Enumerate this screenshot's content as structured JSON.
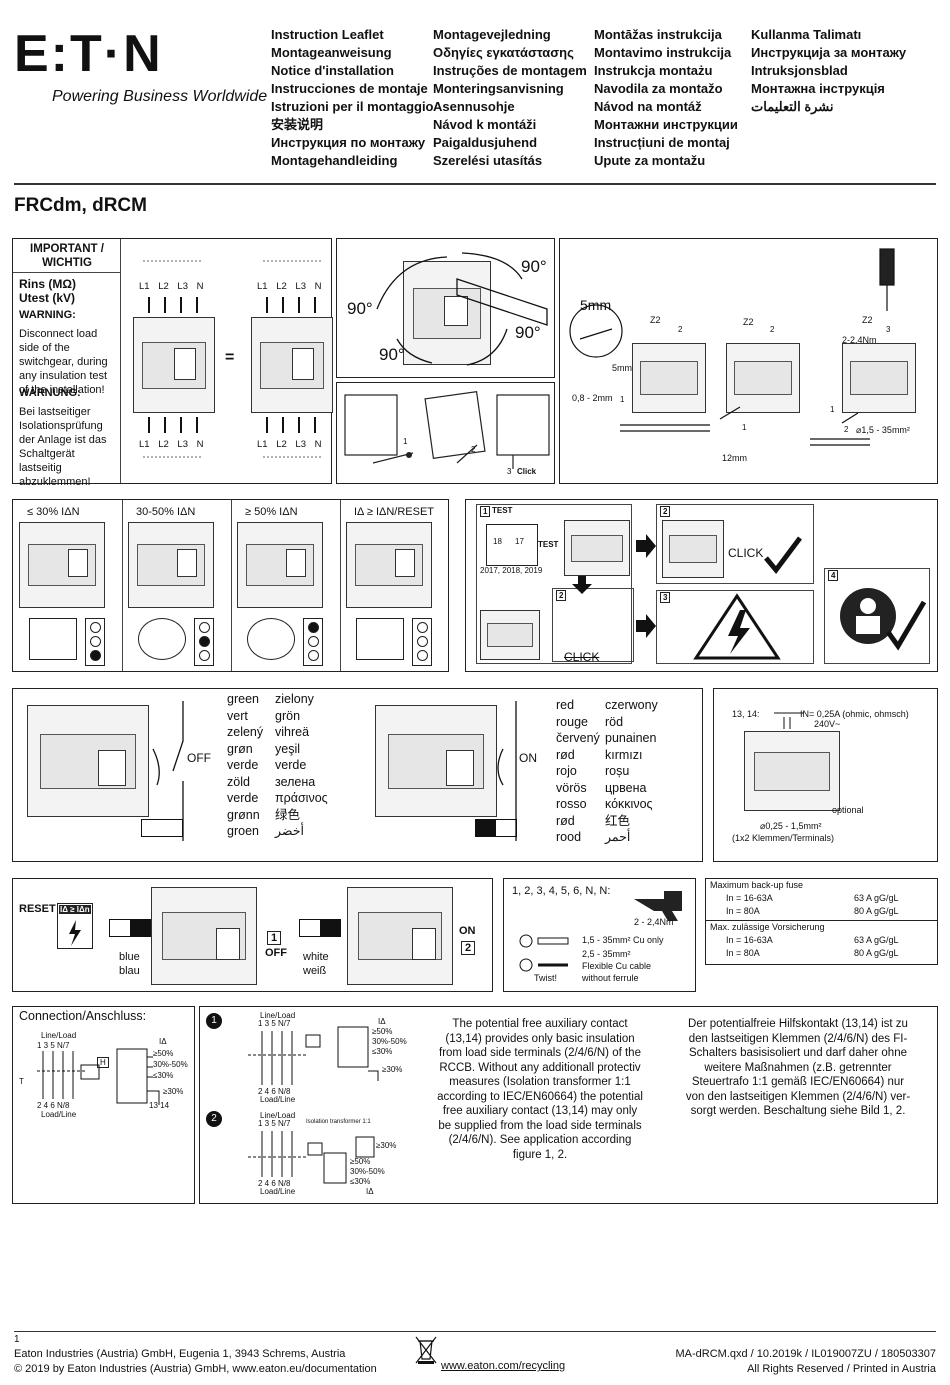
{
  "header": {
    "brand": "E:T·N",
    "tagline": "Powering Business Worldwide",
    "title_columns": [
      [
        "Instruction Leaflet",
        "Montageanweisung",
        "Notice d'installation",
        "Instrucciones de montaje",
        "Istruzioni per il montaggio",
        "安装说明",
        "Инструкция по монтажу",
        "Montagehandleiding"
      ],
      [
        "Montagevejledning",
        "Οδηγίες εγκατάστασης",
        "Instruções de montagem",
        "Monteringsanvisning",
        "Asennusohje",
        "Návod k montáži",
        "Paigaldusjuhend",
        "Szerelési utasítás"
      ],
      [
        "Montāžas instrukcija",
        "Montavimo instrukcija",
        "Instrukcja montażu",
        "Navodila za montažo",
        "Návod na montáž",
        "Монтажни инструкции",
        "Instrucțiuni de montaj",
        "Upute za montažu"
      ],
      [
        "Kullanma Talimatı",
        "Инструкција за монтажу",
        "Intruksjonsblad",
        "Монтажна інструкція",
        "نشرة التعليمات"
      ]
    ]
  },
  "product_title": "FRCdm, dRCM",
  "important": {
    "heading": "IMPORTANT / WICHTIG",
    "rins": "Rins (MΩ)",
    "utest": "Utest (kV)",
    "warning_en_label": "WARNING:",
    "warning_en": "Disconnect load side of the switchgear, during any insulation test of the installation!",
    "warning_de_label": "WARNUNG:",
    "warning_de": "Bei lastseitiger Isolationsprüfung der Anlage ist das Schaltgerät lastseitig abzuklemmen!",
    "terminals_top": [
      "L1",
      "L2",
      "L3",
      "N"
    ],
    "terminals_bottom": [
      "L1",
      "L2",
      "L3",
      "N"
    ],
    "equals": "="
  },
  "mounting": {
    "angles": [
      "90°",
      "90°",
      "90°",
      "90°"
    ],
    "steps": [
      "1",
      "2",
      "3"
    ],
    "click": "Click"
  },
  "wiring": {
    "dim_5mm": "5mm",
    "dim_5mm_small": "5mm",
    "dim_08_2": "0,8 - 2mm",
    "dim_12mm": "12mm",
    "z2": [
      "Z2",
      "Z2",
      "Z2"
    ],
    "torque": "2-2,4Nm",
    "cross_section": "⌀1,5 - 35mm²",
    "steps": [
      "1",
      "2",
      "1",
      "2",
      "3",
      "1",
      "2"
    ]
  },
  "indicators": {
    "labels": [
      "≤ 30% IΔN",
      "30-50% IΔN",
      "≥ 50% IΔN",
      "IΔ ≥ IΔN/RESET"
    ]
  },
  "test": {
    "steps": [
      "1",
      "2",
      "2",
      "3",
      "4"
    ],
    "test_label": "TEST",
    "years": "2017, 2018, 2019",
    "cal_a": "18",
    "cal_b": "17",
    "click": "CLICK"
  },
  "status": {
    "off": "OFF",
    "on": "ON",
    "green_col1": [
      "green",
      "vert",
      "zelený",
      "grøn",
      "verde",
      "zöld",
      "verde",
      "grønn",
      "groen"
    ],
    "green_col2": [
      "zielony",
      "grön",
      "vihreä",
      "yeşil",
      "verde",
      "зелена",
      "πράσινος",
      "绿色",
      "أخضر"
    ],
    "red_col1": [
      "red",
      "rouge",
      "červený",
      "rød",
      "rojo",
      "vörös",
      "rosso",
      "rød",
      "rood"
    ],
    "red_col2": [
      "czerwony",
      "röd",
      "punainen",
      "kırmızı",
      "roșu",
      "црвена",
      "κόκκινος",
      "红色",
      "أحمر"
    ]
  },
  "aux": {
    "terminals": "13, 14:",
    "rating": "IN= 0,25A (ohmic, ohmsch)",
    "voltage": "240V~",
    "optional": "optional",
    "section": "⌀0,25 - 1,5mm²",
    "terminals_note": "(1x2 Klemmen/Terminals)"
  },
  "reset": {
    "label": "RESET",
    "cond": "IΔ ≥ IΔn",
    "blue": "blue",
    "blau": "blau",
    "white": "white",
    "weiss": "weiß",
    "step1": "1",
    "off": "OFF",
    "on": "ON",
    "step2": "2"
  },
  "terminals_info": {
    "heading": "1, 2, 3, 4, 5, 6, N, N:",
    "torque": "2 - 2,4Nm",
    "cu_only": "1,5 - 35mm² Cu only",
    "flex1": "2,5 - 35mm²",
    "flex2": "Flexible Cu cable",
    "flex3": "without ferrule",
    "twist": "Twist!"
  },
  "fuse": {
    "heading_en": "Maximum back-up fuse",
    "heading_de": "Max. zulässige Vorsicherung",
    "rows_en": [
      [
        "In = 16-63A",
        "63 A gG/gL"
      ],
      [
        "In = 80A",
        "80 A gG/gL"
      ]
    ],
    "rows_de": [
      [
        "In = 16-63A",
        "63 A gG/gL"
      ],
      [
        "In = 80A",
        "80 A gG/gL"
      ]
    ]
  },
  "connection": {
    "heading": "Connection/Anschluss:",
    "line_load": "Line/Load",
    "load_line": "Load/Line",
    "top_terms": "1  3  5  N/7",
    "bot_terms": "2  4  6  N/8",
    "levels": [
      "≥50%",
      "30%-50%",
      "≤30%",
      "≥30%"
    ],
    "aux_terms": "13 14",
    "h": "H",
    "t": "T",
    "ia": "IΔ",
    "iso": "Isolation transformer 1:1",
    "fig1": "1",
    "fig2": "2"
  },
  "aux_text": {
    "en": "The potential free auxiliary contact (13,14) provides only basic insulation from load side terminals (2/4/6/N) of the RCCB. Without any additionall protectiv measures (Isolation transformer 1:1 according to IEC/EN60664) the potential free auxiliary contact (13,14) may only be supplied from the load side terminals (2/4/6/N). See application according figure 1, 2.",
    "de": "Der potentialfreie Hilfskontakt (13,14) ist zu den lastseitigen Klemmen (2/4/6/N) des FI-Schalters basisisoliert und darf daher ohne weitere Maßnahmen (z.B. getrennter Steuertrafo 1:1 gemäß IEC/EN60664) nur von den lastseitigen Klemmen (2/4/6/N) ver-sorgt werden. Beschaltung siehe Bild 1, 2."
  },
  "footer": {
    "page": "1",
    "address": "Eaton Industries (Austria) GmbH, Eugenia 1, 3943 Schrems, Austria",
    "copyright": "© 2019 by Eaton Industries (Austria) GmbH, www.eaton.eu/documentation",
    "recycling": "www.eaton.com/recycling",
    "docref": "MA-dRCM.qxd / 10.2019k / IL019007ZU / 180503307",
    "rights": "All Rights Reserved / Printed in Austria"
  }
}
